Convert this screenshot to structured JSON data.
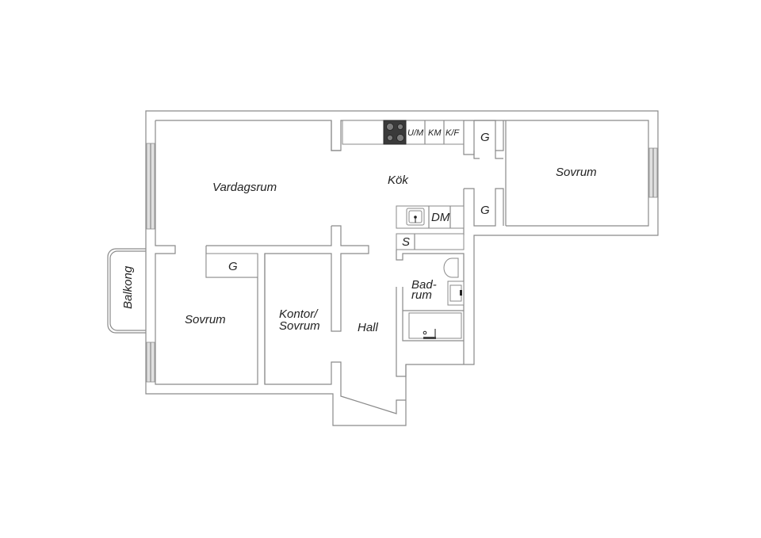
{
  "floorplan": {
    "rooms": {
      "living_room": "Vardagsrum",
      "kitchen": "Kök",
      "bedroom_right": "Sovrum",
      "bedroom_left": "Sovrum",
      "office_line1": "Kontor/",
      "office_line2": "Sovrum",
      "hall": "Hall",
      "bathroom_line1": "Bad-",
      "bathroom_line2": "rum",
      "balcony": "Balkong"
    },
    "closets": {
      "wardrobe_top": "G",
      "wardrobe_mid": "G",
      "wardrobe_left": "G",
      "storage": "S"
    },
    "appliances": {
      "oven_microwave": "U/M",
      "fridge": "KM",
      "fridge_freezer": "K/F",
      "dishwasher": "DM"
    },
    "colors": {
      "wall_stroke": "#8a8a8a",
      "text": "#222222",
      "stove": "#3a3a3a",
      "background": "#ffffff"
    }
  }
}
